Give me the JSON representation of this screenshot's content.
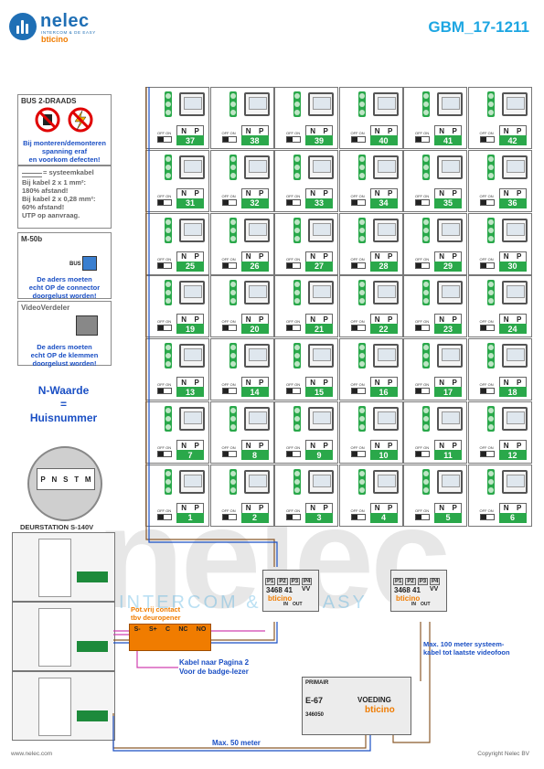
{
  "header": {
    "logo_name": "nelec",
    "logo_tagline": "INTERCOM & DE EASY",
    "logo_brand": "bticino",
    "doc_id": "GBM_17-1211"
  },
  "left": {
    "bus_box": {
      "title": "BUS 2-DRAADS",
      "warning_lines": [
        "Bij monteren/demonteren",
        "spanning eraf",
        "en voorkom defecten!"
      ]
    },
    "cable_box": {
      "title": "= systeemkabel",
      "lines": [
        "Bij kabel 2 x 1 mm²:",
        "180% afstand!",
        "Bij kabel 2 x 0,28 mm²:",
        "60% afstand!",
        "UTP op aanvraag."
      ]
    },
    "m50b_box": {
      "title": "M-50b",
      "bus_label": "BUS",
      "note_lines": [
        "De aders moeten",
        "echt OP de connector",
        "doorgelust worden!"
      ]
    },
    "verdeler_box": {
      "title": "VideoVerdeler",
      "note_lines": [
        "De aders moeten",
        "echt OP de klemmen",
        "doorgelust worden!"
      ]
    },
    "nwaarde": [
      "N-Waarde",
      "=",
      "Huisnummer"
    ],
    "door_station_title": "DEURSTATION S-140V",
    "terminal_labels": [
      "P",
      "N",
      "S",
      "T",
      "M"
    ]
  },
  "grid": {
    "n_label": "N",
    "p_label": "P",
    "switch_label": "OFF ON",
    "rows": [
      [
        "37",
        "38",
        "39",
        "40",
        "41",
        "42"
      ],
      [
        "31",
        "32",
        "33",
        "34",
        "35",
        "36"
      ],
      [
        "25",
        "26",
        "27",
        "28",
        "29",
        "30"
      ],
      [
        "19",
        "20",
        "21",
        "22",
        "23",
        "24"
      ],
      [
        "13",
        "14",
        "15",
        "16",
        "17",
        "18"
      ],
      [
        "7",
        "8",
        "9",
        "10",
        "11",
        "12"
      ],
      [
        "1",
        "2",
        "3",
        "4",
        "5",
        "6"
      ]
    ]
  },
  "distributors": {
    "ports": [
      "P1",
      "P2",
      "P3",
      "P4"
    ],
    "model": "3468 41",
    "brand": "bticino",
    "vv": "VV",
    "in_label": "IN",
    "out_label": "OUT"
  },
  "contact": {
    "title_lines": [
      "Pot.vrij contact",
      "tbv deuropener"
    ],
    "terminals": [
      "S-",
      "S+",
      "C",
      "NC",
      "NO"
    ]
  },
  "notes": {
    "badge": [
      "Kabel naar Pagina 2",
      "Voor de badge-lezer"
    ],
    "max100": [
      "Max. 100 meter systeem-",
      "kabel tot laatste videofoon"
    ],
    "max50": "Max. 50 meter"
  },
  "psu": {
    "label_primair": "PRIMAIR",
    "model": "E-67",
    "voeding": "VOEDING",
    "brand": "bticino",
    "code": "346050"
  },
  "watermark": {
    "big": "nelec",
    "small": "INTERCOM & DE EASY"
  },
  "footer": {
    "left": "www.nelec.com",
    "right": "Copyright Nelec BV"
  },
  "colors": {
    "accent": "#1da6e2",
    "green": "#2aa84a",
    "warning_red": "#e00000",
    "orange": "#f07c00",
    "brown_wire": "#8b5a2b"
  }
}
